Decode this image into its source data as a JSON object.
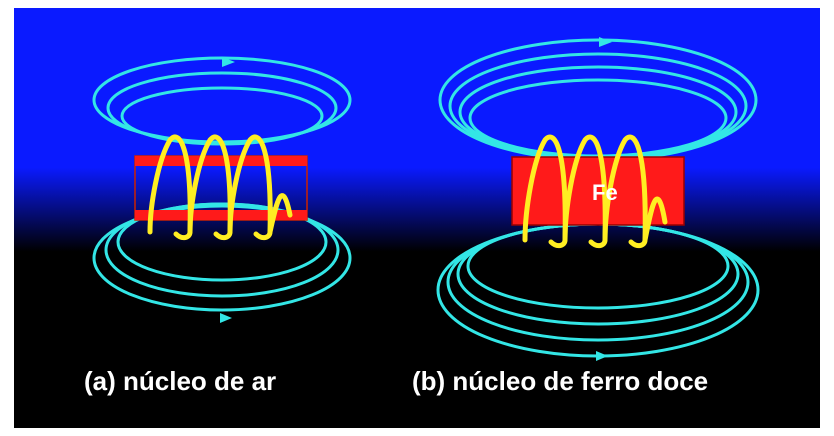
{
  "figure": {
    "colors": {
      "background_top": "#0a1aff",
      "background_bottom": "#000000",
      "frame": "#ffffff",
      "field_lines": "#33e6e6",
      "coil": "#ffee22",
      "core": "#ff1a1a",
      "text": "#ffffff"
    },
    "panel_a": {
      "caption": "(a) núcleo de ar"
    },
    "panel_b": {
      "caption": "(b) núcleo de ferro doce",
      "core_label": "Fe"
    }
  }
}
